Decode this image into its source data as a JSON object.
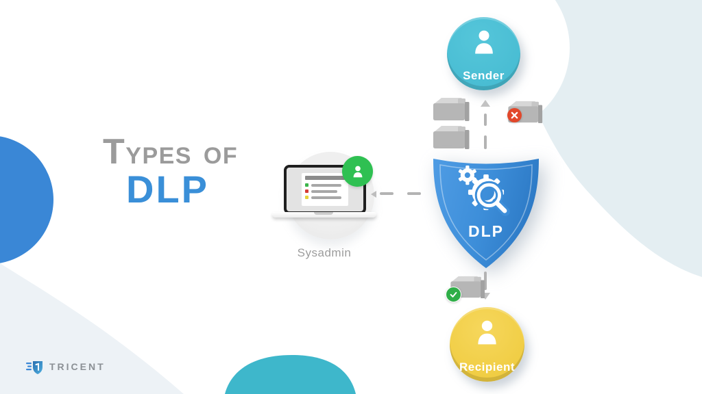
{
  "title": {
    "prefix": "Types of",
    "main": "DLP"
  },
  "nodes": {
    "sender": {
      "label": "Sender"
    },
    "shield": {
      "label": "DLP"
    },
    "recipient": {
      "label": "Recipient"
    },
    "sysadmin": {
      "label": "Sysadmin"
    }
  },
  "logo": {
    "text": "TRICENT"
  },
  "colors": {
    "title_gray": "#9b9b9b",
    "title_blue": "#3a8fd8",
    "sender": "#44b9d0",
    "recipient": "#eec93a",
    "shield_blue": "#3d8ed9",
    "accent_green": "#2fc052",
    "accent_red": "#e2472a",
    "bg_blob": "#e4eef2",
    "teal_blob": "#3eb7cb",
    "left_circle_blue": "#3a87d6",
    "pink_dot": "#c65090"
  }
}
